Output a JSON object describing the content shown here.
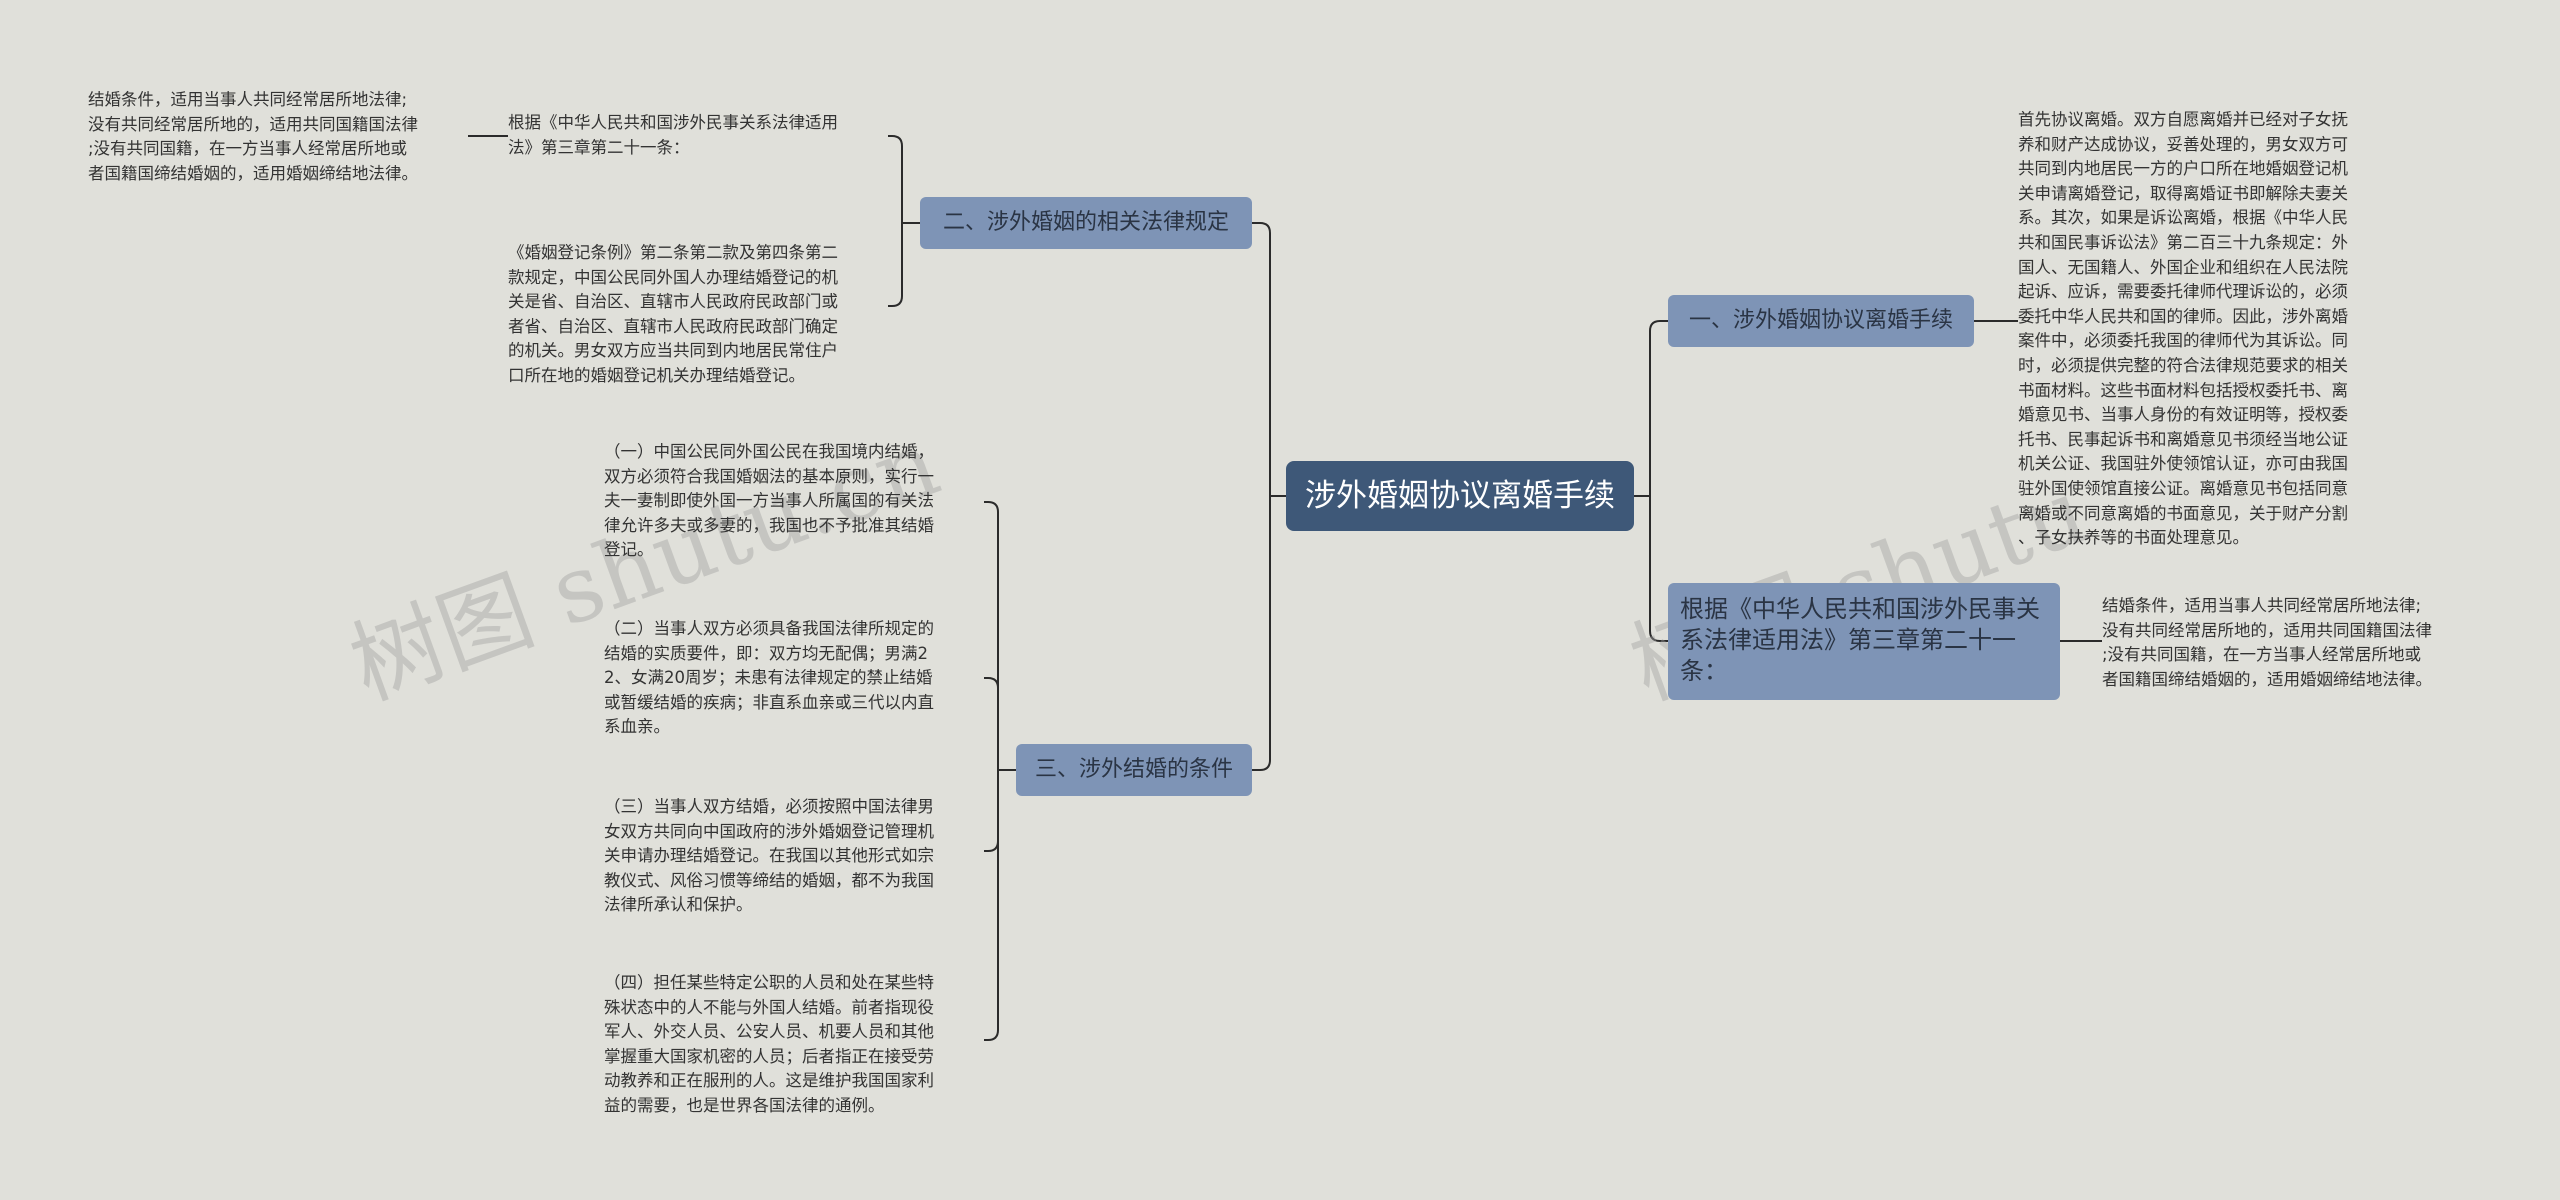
{
  "root": {
    "title": "涉外婚姻协议离婚手续"
  },
  "watermarks": [
    "树图 shutu.cn",
    "树图 shutu"
  ],
  "branches": [
    {
      "label": "二、涉外婚姻的相关法律规定",
      "leaves": [
        "根据《中华人民共和国涉外民事关系法律适用\n法》第三章第二十一条：",
        "《婚姻登记条例》第二条第二款及第四条第二\n款规定，中国公民同外国人办理结婚登记的机\n关是省、自治区、直辖市人民政府民政部门或\n者省、自治区、直辖市人民政府民政部门确定\n的机关。男女双方应当共同到内地居民常住户\n口所在地的婚姻登记机关办理结婚登记。"
      ],
      "subleaf": "结婚条件，适用当事人共同经常居所地法律;\n没有共同经常居所地的，适用共同国籍国法律\n;没有共同国籍，在一方当事人经常居所地或\n者国籍国缔结婚姻的，适用婚姻缔结地法律。"
    },
    {
      "label": "三、涉外结婚的条件",
      "leaves": [
        "（一）中国公民同外国公民在我国境内结婚，\n双方必须符合我国婚姻法的基本原则，实行一\n夫一妻制即使外国一方当事人所属国的有关法\n律允许多夫或多妻的，我国也不予批准其结婚\n登记。",
        "（二）当事人双方必须具备我国法律所规定的\n结婚的实质要件，即：双方均无配偶；男满2\n2、女满20周岁；未患有法律规定的禁止结婚\n或暂缓结婚的疾病；非直系血亲或三代以内直\n系血亲。",
        "（三）当事人双方结婚，必须按照中国法律男\n女双方共同向中国政府的涉外婚姻登记管理机\n关申请办理结婚登记。在我国以其他形式如宗\n教仪式、风俗习惯等缔结的婚姻，都不为我国\n法律所承认和保护。",
        "（四）担任某些特定公职的人员和处在某些特\n殊状态中的人不能与外国人结婚。前者指现役\n军人、外交人员、公安人员、机要人员和其他\n掌握重大国家机密的人员；后者指正在接受劳\n动教养和正在服刑的人。这是维护我国国家利\n益的需要，也是世界各国法律的通例。"
      ]
    },
    {
      "label": "一、涉外婚姻协议离婚手续",
      "leaves": [
        "首先协议离婚。双方自愿离婚并已经对子女抚\n养和财产达成协议，妥善处理的，男女双方可\n共同到内地居民一方的户口所在地婚姻登记机\n关申请离婚登记，取得离婚证书即解除夫妻关\n系。其次，如果是诉讼离婚，根据《中华人民\n共和国民事诉讼法》第二百三十九条规定：外\n国人、无国籍人、外国企业和组织在人民法院\n起诉、应诉，需要委托律师代理诉讼的，必须\n委托中华人民共和国的律师。因此，涉外离婚\n案件中，必须委托我国的律师代为其诉讼。同\n时，必须提供完整的符合法律规范要求的相关\n书面材料。这些书面材料包括授权委托书、离\n婚意见书、当事人身份的有效证明等，授权委\n托书、民事起诉书和离婚意见书须经当地公证\n机关公证、我国驻外使领馆认证，亦可由我国\n驻外国使领馆直接公证。离婚意见书包括同意\n离婚或不同意离婚的书面意见，关于财产分割\n、子女扶养等的书面处理意见。"
      ]
    },
    {
      "label": "根据《中华人民共和国涉外民事关系法律适用法》第三章第二十一条：",
      "leaves": [
        "结婚条件，适用当事人共同经常居所地法律;\n没有共同经常居所地的，适用共同国籍国法律\n;没有共同国籍，在一方当事人经常居所地或\n者国籍国缔结婚姻的，适用婚姻缔结地法律。"
      ]
    }
  ]
}
